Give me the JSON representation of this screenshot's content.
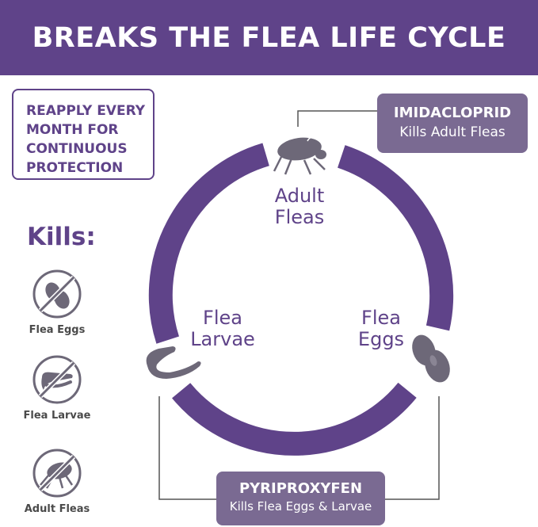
{
  "header": {
    "title": "BREAKS THE FLEA LIFE CYCLE"
  },
  "reapply": {
    "lines": [
      "REAPPLY EVERY",
      "MONTH FOR",
      "CONTINUOUS",
      "PROTECTION"
    ]
  },
  "kills": {
    "heading": "Kills:",
    "items": [
      {
        "label": "Flea Eggs",
        "icon": "flea-eggs-crossed-icon"
      },
      {
        "label": "Flea Larvae",
        "icon": "flea-larvae-crossed-icon"
      },
      {
        "label": "Adult Fleas",
        "icon": "adult-flea-crossed-icon"
      }
    ]
  },
  "cycle": {
    "adult": {
      "line1": "Adult",
      "line2": "Fleas"
    },
    "eggs": {
      "line1": "Flea",
      "line2": "Eggs"
    },
    "larvae": {
      "line1": "Flea",
      "line2": "Larvae"
    }
  },
  "treatments": {
    "imidacloprid": {
      "name": "IMIDACLOPRID",
      "description": "Kills Adult Fleas"
    },
    "pyriproxyfen": {
      "name": "PYRIPROXYFEN",
      "description": "Kills Flea Eggs & Larvae"
    }
  },
  "colors": {
    "primary": "#5f4389",
    "box": "#7a6a92",
    "icon_gray": "#6d6878"
  }
}
